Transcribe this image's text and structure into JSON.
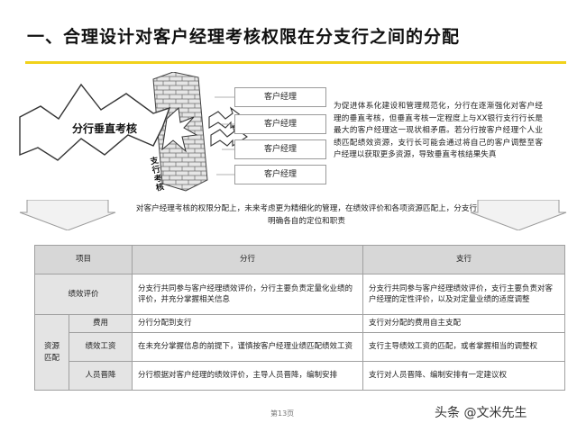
{
  "title": "一、合理设计对客户经理考核权限在分支行之间的分配",
  "diagram": {
    "vertical_label": "分行垂直考核",
    "sub_label": "支行考核",
    "boxes": [
      "客户经理",
      "客户经理",
      "客户经理",
      "客户经理"
    ]
  },
  "description": "为促进体系化建设和管理规范化，分行在逐渐强化对客户经理的垂直考核，但垂直考核一定程度上与XX银行支行行长是最大的客户经理这一现状相矛盾。若分行按客户经理个人业绩匹配绩效资源，支行长可能会通过将自己的客户调整至客户经理以获取更多资源，导致垂直考核结果失真",
  "middle_text": "对客户经理考核的权限分配上，未来考虑更为精细化的管理，在绩效评价和各项资源匹配上，分支行明确各自的定位和职责",
  "table": {
    "headers": [
      "项目",
      "分行",
      "支行"
    ],
    "performance": {
      "label": "绩效评价",
      "branch": "分支行共同参与客户经理绩效评价，分行主要负责定量化业绩的评价，并充分掌握相关信息",
      "subbranch": "分支行共同参与客户经理绩效评价，支行主要负责对客户经理的定性评价，以及对定量业绩的适度调整"
    },
    "resource_label": "资源匹配",
    "rows": [
      {
        "label": "费用",
        "branch": "分行分配到支行",
        "subbranch": "支行对分配的费用自主支配"
      },
      {
        "label": "绩效工资",
        "branch": "在未充分掌握信息的前提下，谨慎按客户经理业绩匹配绩效工资",
        "subbranch": "支行主导绩效工资的匹配，或者掌握相当的调整权"
      },
      {
        "label": "人员晋降",
        "branch": "分行根据对客户经理的绩效评价，主导人员晋降，编制安排",
        "subbranch": "支行对人员晋降、编制安排有一定建议权"
      }
    ]
  },
  "footer": "第13页",
  "watermark": "头条 @文米先生",
  "colors": {
    "accent": "#f1d21a",
    "header_bg": "#d7d7d7",
    "cell_bg": "#e4e4e4"
  }
}
